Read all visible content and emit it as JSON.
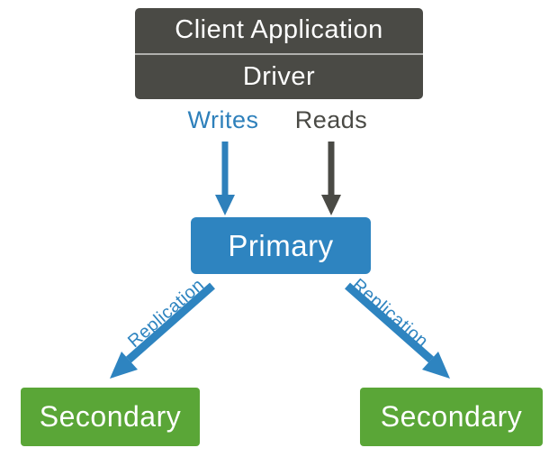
{
  "client_box": {
    "app_label": "Client Application",
    "driver_label": "Driver"
  },
  "flows": {
    "writes_label": "Writes",
    "reads_label": "Reads"
  },
  "nodes": {
    "primary_label": "Primary",
    "secondary_left_label": "Secondary",
    "secondary_right_label": "Secondary"
  },
  "replication": {
    "left_label": "Replication",
    "right_label": "Replication"
  },
  "colors": {
    "blue": "#2e84c0",
    "blue_arrow": "#2e80bb",
    "gray": "#4a4a45",
    "green": "#5aa637",
    "divider": "#b0b0ad",
    "text_light": "#ffffff"
  }
}
